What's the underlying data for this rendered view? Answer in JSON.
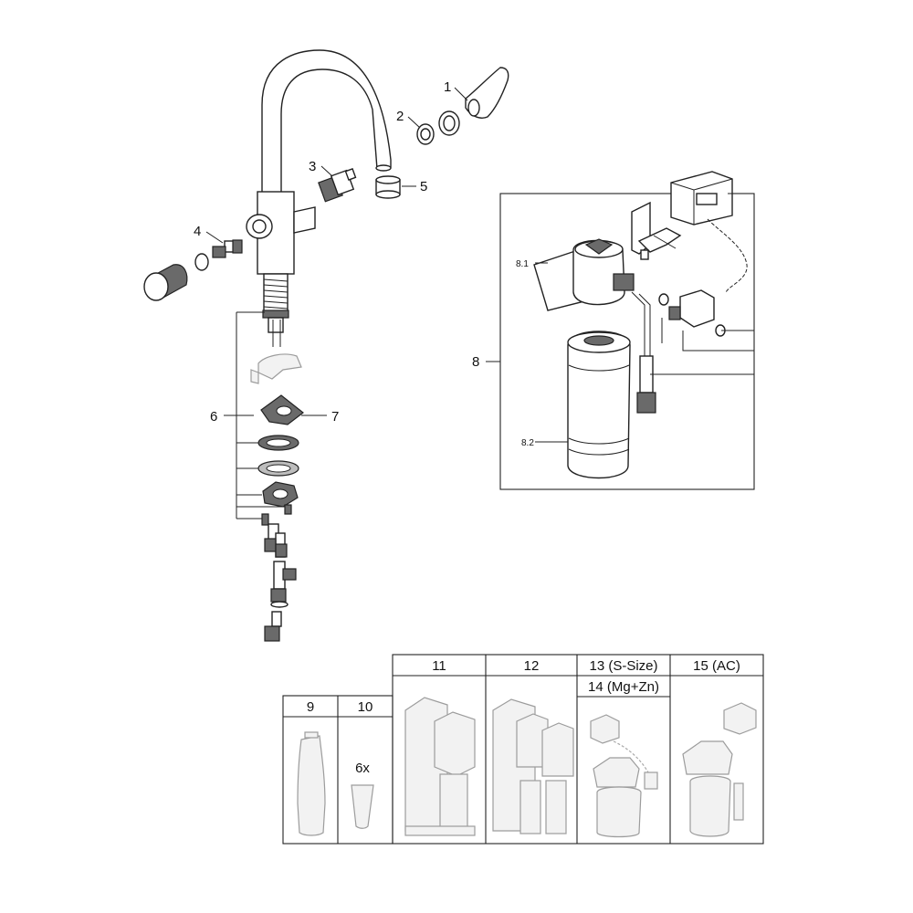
{
  "callouts": {
    "c1": "1",
    "c2": "2",
    "c3": "3",
    "c4": "4",
    "c5": "5",
    "c6": "6",
    "c7": "7",
    "c8": "8",
    "c8_1": "8.1",
    "c8_2": "8.2"
  },
  "accessories": {
    "col9": "9",
    "col10": "10",
    "col10_qty": "6x",
    "col11": "11",
    "col12": "12",
    "col13": "13 (S-Size)",
    "col14": "14 (Mg+Zn)",
    "col15": "15 (AC)"
  }
}
